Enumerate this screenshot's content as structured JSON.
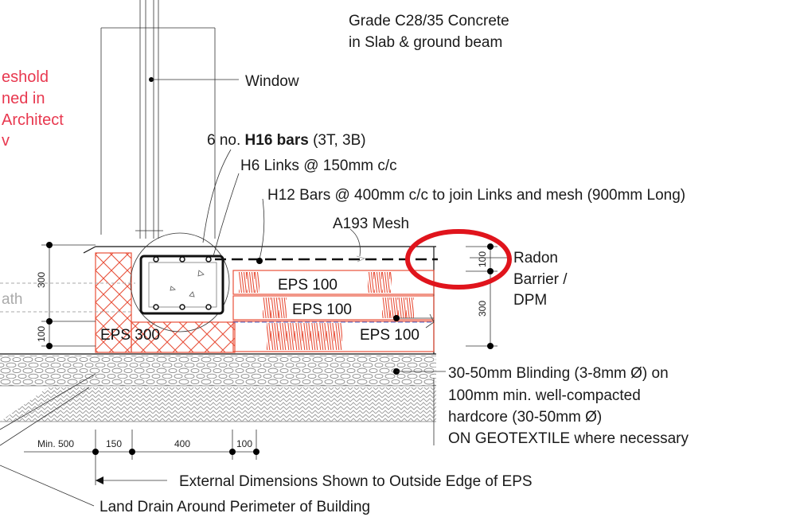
{
  "labels": {
    "concrete_grade_1": "Grade C28/35 Concrete",
    "concrete_grade_2": "in Slab & ground beam",
    "window": "Window",
    "threshold_1": "eshold",
    "threshold_2": "ned in",
    "threshold_3": "Architect",
    "threshold_4": "v",
    "bars_prefix": "6 no. ",
    "bars_bold": "H16 bars",
    "bars_suffix": " (3T, 3B)",
    "links": "H6 Links @ 150mm c/c",
    "h12_bars": "H12 Bars @ 400mm c/c to join Links and mesh (900mm Long)",
    "mesh": "A193 Mesh",
    "radon_1": "Radon",
    "radon_2": "Barrier /",
    "radon_3": "DPM",
    "path_partial": "ath",
    "eps_top": "EPS 100",
    "eps_mid": "EPS 100",
    "eps_bot": "EPS 100",
    "eps_300": "EPS 300",
    "blinding_1": "30-50mm Blinding (3-8mm Ø) on",
    "blinding_2": "100mm min. well-compacted",
    "blinding_3": "hardcore (30-50mm Ø)",
    "blinding_4": "ON GEOTEXTILE where necessary",
    "external_dims": "External Dimensions Shown to Outside Edge of EPS",
    "land_drain": "Land Drain Around Perimeter of Building"
  },
  "dimensions": {
    "left_300": "300",
    "left_100": "100",
    "right_100": "100",
    "right_300": "300",
    "bottom_min500": "Min. 500",
    "bottom_150": "150",
    "bottom_400": "400",
    "bottom_100": "100"
  },
  "colors": {
    "insulation": "#e8503a",
    "annotation_red": "#e8384f",
    "highlight_circle": "#e0141c",
    "linework": "#111111"
  }
}
